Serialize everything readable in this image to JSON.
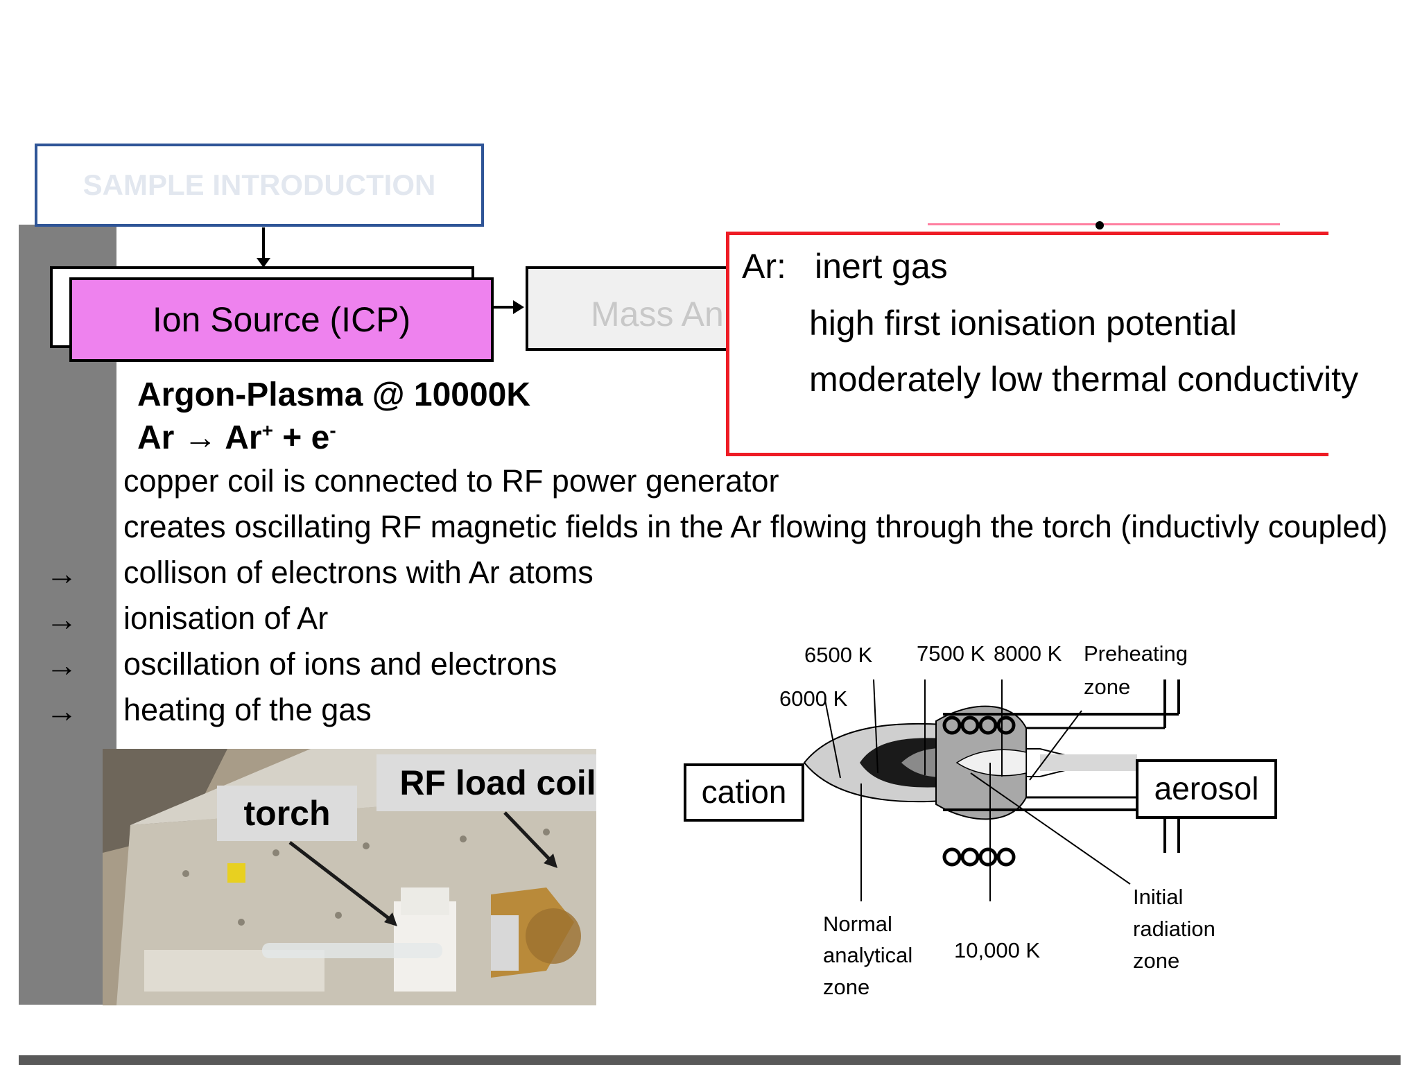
{
  "sample_introduction": "SAMPLE INTRODUCTION",
  "ion_source": "Ion Source (ICP)",
  "mass_analyzer": "Mass An",
  "ar_box": {
    "label": "Ar:",
    "lines": [
      "inert gas",
      "high first ionisation potential",
      "moderately low thermal conductivity"
    ]
  },
  "plasma_heading": "Argon-Plasma @ 10000K",
  "equation": {
    "left": "Ar",
    "arrow": "→",
    "ion": "Ar",
    "ion_charge": "+",
    "plus": "+ e",
    "electron_charge": "-"
  },
  "body_lines": [
    "copper coil is connected to RF power generator",
    "creates oscillating RF magnetic fields in the Ar flowing through the torch (inductivly coupled)",
    "collison of electrons with Ar atoms",
    "ionisation of Ar",
    "oscillation of ions and electrons",
    "heating of the gas"
  ],
  "bullet_symbol": "→",
  "photo": {
    "torch_label": "torch",
    "coil_label": "RF load coil"
  },
  "torch_diagram": {
    "temp_6500": "6500 K",
    "temp_7500": "7500 K",
    "temp_8000": "8000 K",
    "preheating_1": "Preheating",
    "preheating_2": "zone",
    "temp_6000": "6000 K",
    "cation": "cation",
    "aerosol": "aerosol",
    "initial_1": "Initial",
    "initial_2": "radiation",
    "initial_3": "zone",
    "normal_1": "Normal",
    "normal_2": "analytical",
    "normal_3": "zone",
    "temp_10000": "10,000 K"
  }
}
